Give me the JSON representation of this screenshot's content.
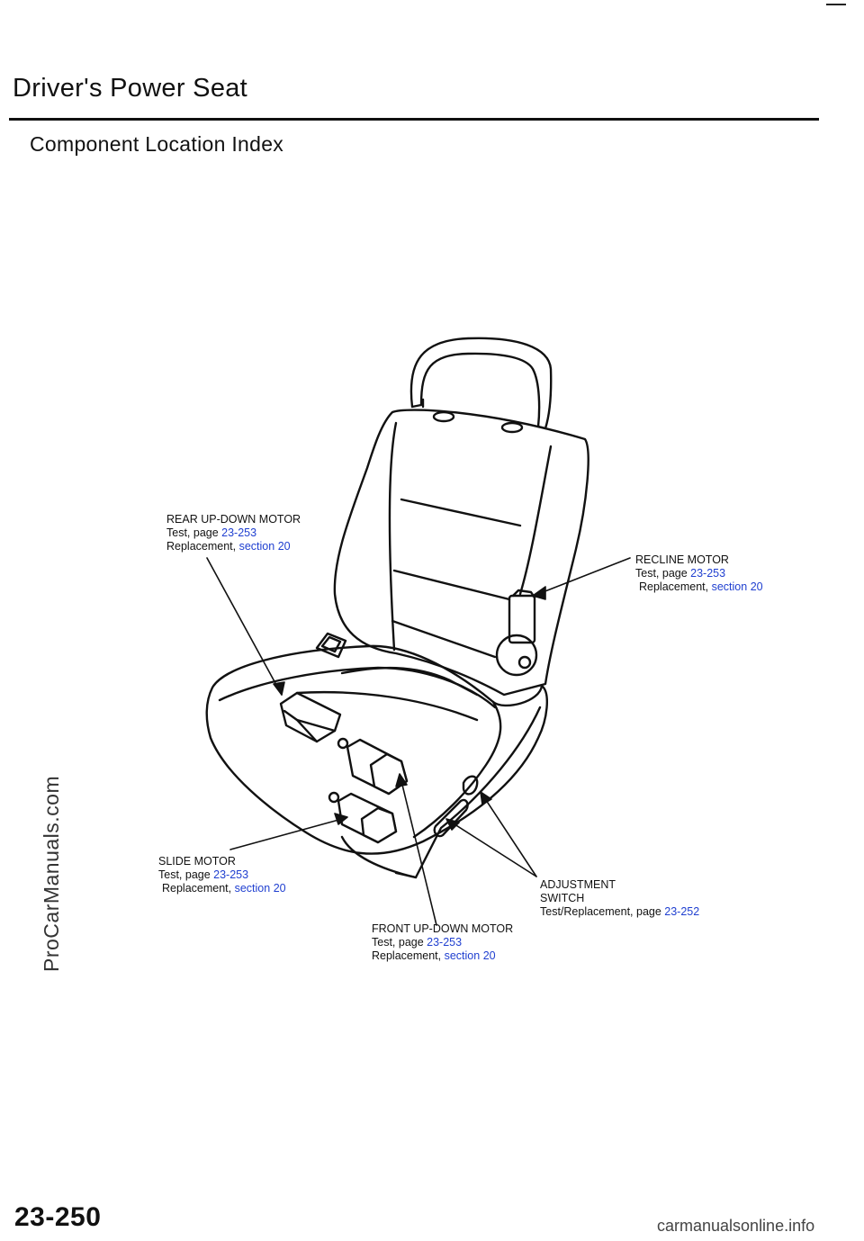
{
  "header": {
    "title": "Driver's Power Seat",
    "subtitle": "Component Location Index"
  },
  "watermark": "ProCarManuals.com",
  "callouts": {
    "rear_up_down_motor": {
      "name": "REAR UP-DOWN MOTOR",
      "test_prefix": "Test, page ",
      "test_ref": "23-253",
      "replacement_prefix": "Replacement, ",
      "replacement_ref": "section 20"
    },
    "recline_motor": {
      "name": "RECLINE MOTOR",
      "test_prefix": "Test, page ",
      "test_ref": "23-253",
      "replacement_prefix": "Replacement, ",
      "replacement_ref": "section 20"
    },
    "slide_motor": {
      "name": "SLIDE MOTOR",
      "test_prefix": "Test, page ",
      "test_ref": "23-253",
      "replacement_prefix": "Replacement, ",
      "replacement_ref": "section 20"
    },
    "adjustment_switch": {
      "name_line1": "ADJUSTMENT",
      "name_line2": "SWITCH",
      "test_prefix": "Test/Replacement, page ",
      "test_ref": "23-252"
    },
    "front_up_down_motor": {
      "name": "FRONT UP-DOWN MOTOR",
      "test_prefix": "Test, page ",
      "test_ref": "23-253",
      "replacement_prefix": "Replacement, ",
      "replacement_ref": "section 20"
    }
  },
  "footer": {
    "page_number": "23-250",
    "site": "carmanualsonline.info"
  },
  "colors": {
    "link": "#1f3fd0",
    "ink": "#111111"
  }
}
